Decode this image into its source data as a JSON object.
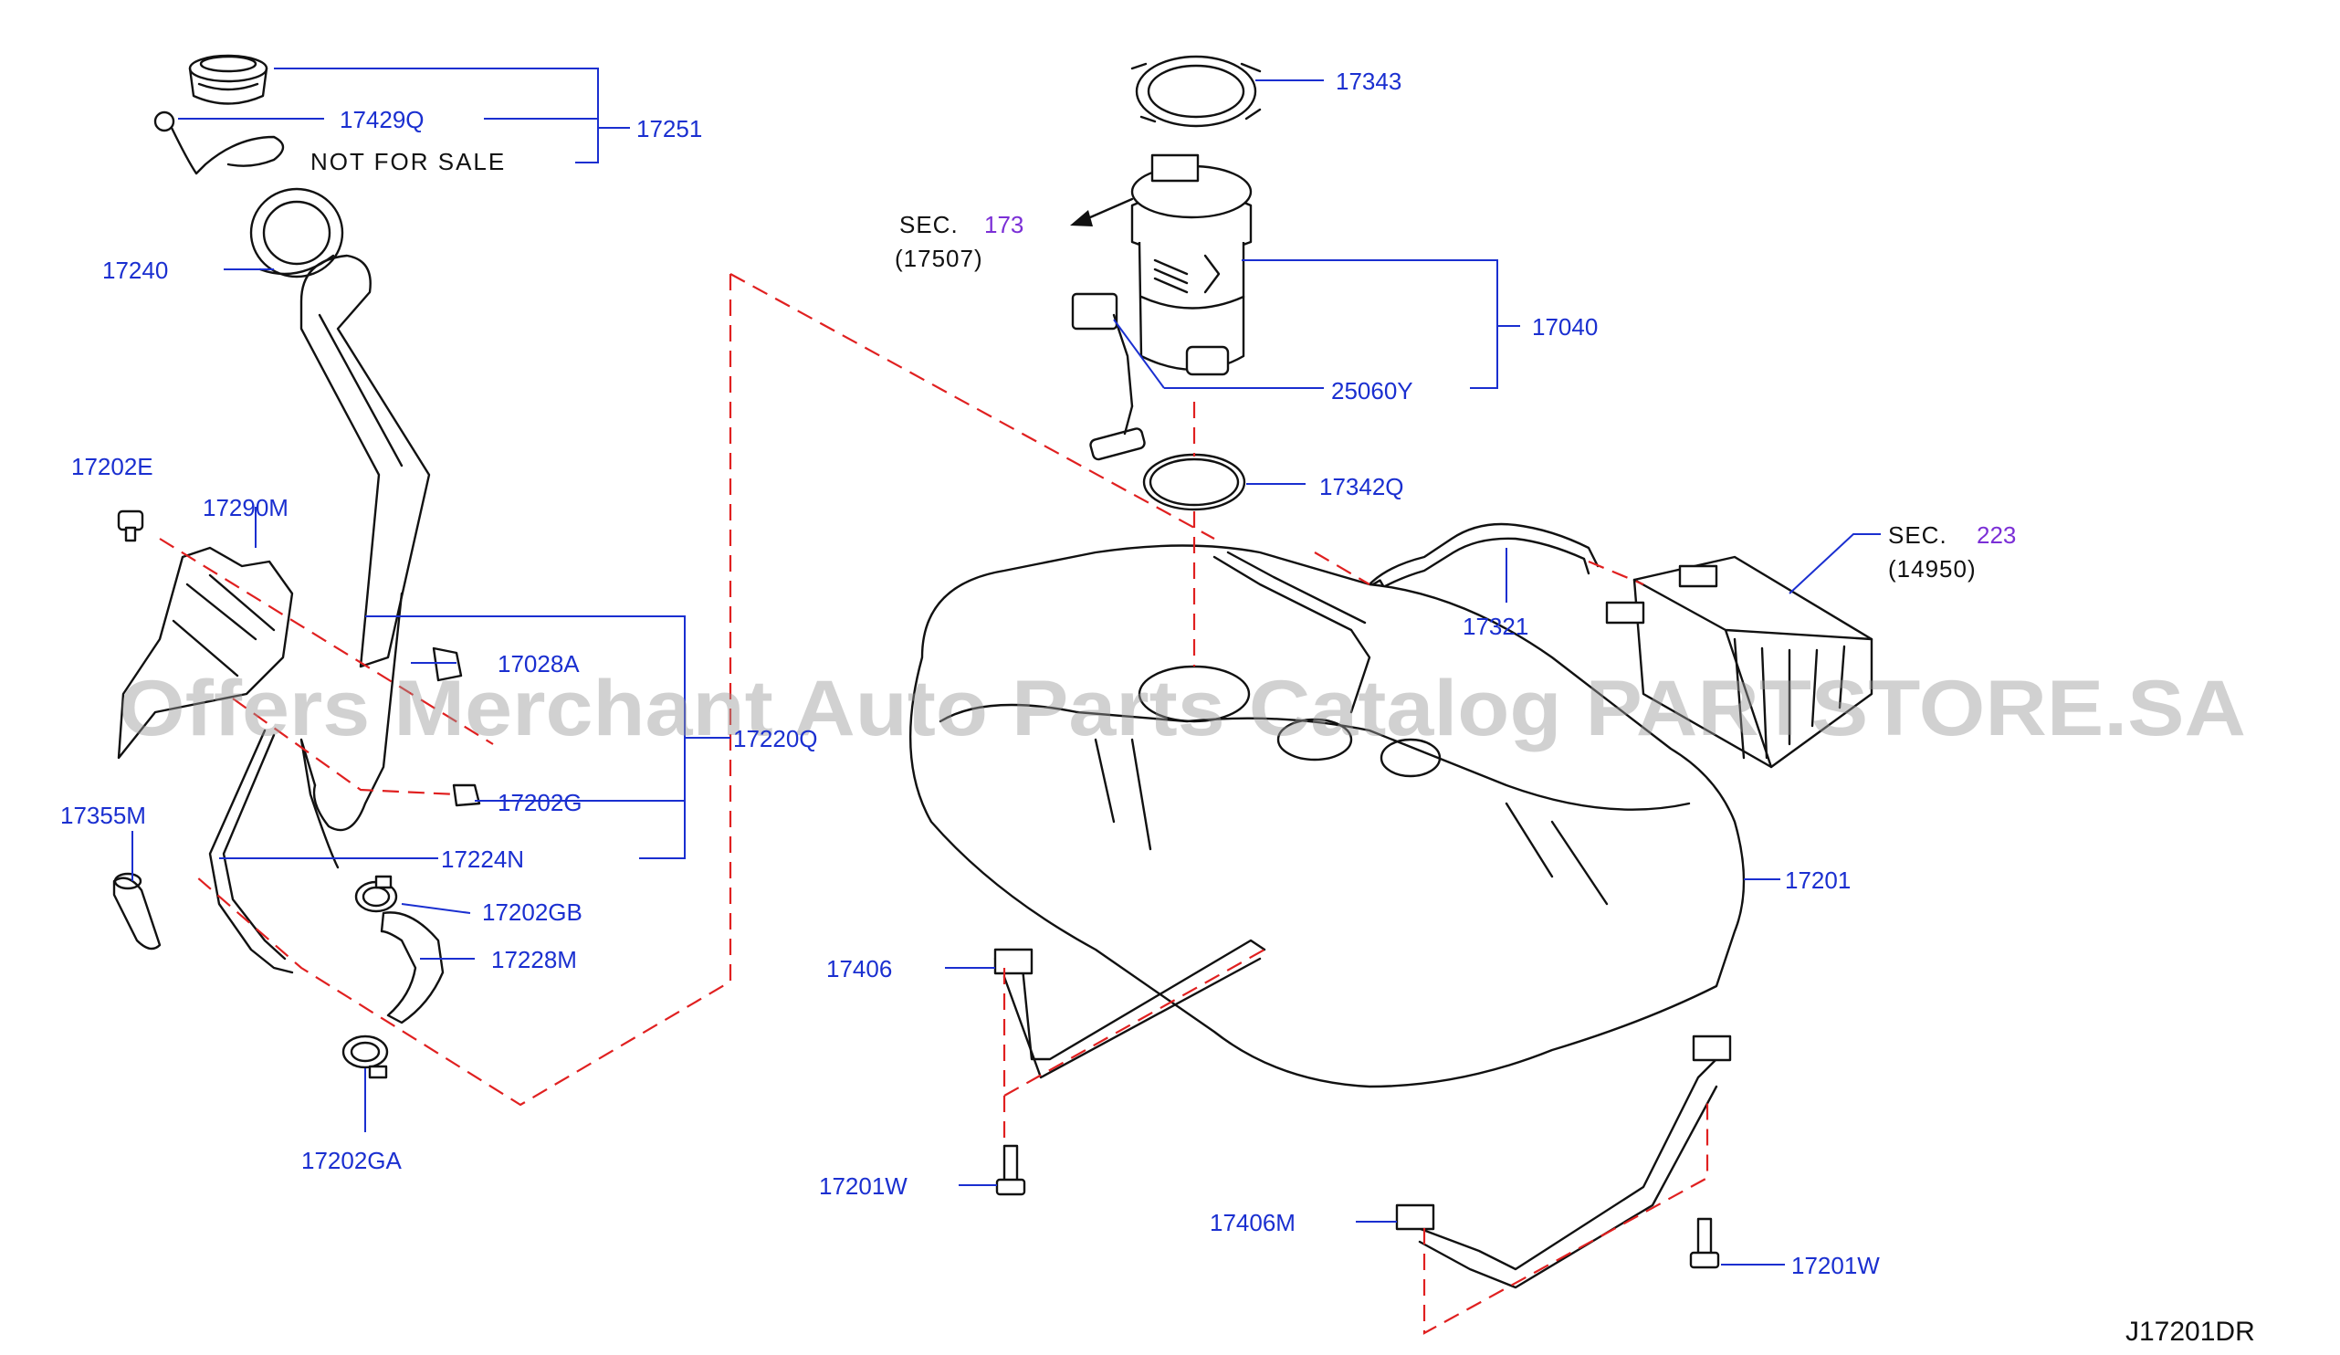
{
  "watermark": "Offers Merchant Auto Parts Catalog PARTSTORE.SA",
  "diagram_code": "J17201DR",
  "labels": {
    "p17251": "17251",
    "p17429Q": "17429Q",
    "not_for_sale": "NOT FOR SALE",
    "p17240": "17240",
    "p17202E": "17202E",
    "p17290M": "17290M",
    "p17028A": "17028A",
    "p17220Q": "17220Q",
    "p17202G": "17202G",
    "p17355M": "17355M",
    "p17224N": "17224N",
    "p17202GB": "17202GB",
    "p17228M": "17228M",
    "p17202GA": "17202GA",
    "p17343": "17343",
    "sec_label": "SEC.",
    "sec173": "173",
    "p17507": "(17507)",
    "p17040": "17040",
    "p25060Y": "25060Y",
    "p17342Q": "17342Q",
    "sec223_label": "SEC.",
    "sec223": "223",
    "p14950": "(14950)",
    "p17321": "17321",
    "p17201": "17201",
    "p17406": "17406",
    "p17201W_a": "17201W",
    "p17406M": "17406M",
    "p17201W_b": "17201W"
  },
  "colors": {
    "label": "#1a2fd0",
    "section_ref": "#7b2fd6",
    "dashed_guide": "#e02020",
    "part_outline": "#111111"
  }
}
